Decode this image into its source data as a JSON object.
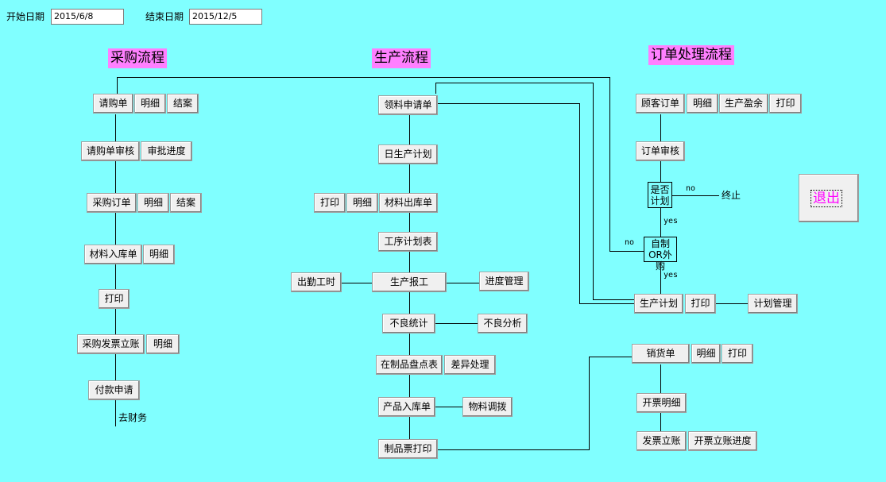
{
  "header": {
    "start_label": "开始日期",
    "start_value": "2015/6/8",
    "end_label": "结束日期",
    "end_value": "2015/12/5"
  },
  "sections": {
    "purchase": "采购流程",
    "production": "生产流程",
    "order": "订单处理流程"
  },
  "purchase": {
    "request": "请购单",
    "request_detail": "明细",
    "request_close": "结案",
    "request_review": "请购单审核",
    "approval_progress": "审批进度",
    "po": "采购订单",
    "po_detail": "明细",
    "po_close": "结案",
    "receiving": "材料入库单",
    "receiving_detail": "明细",
    "print": "打印",
    "invoice": "采购发票立账",
    "invoice_detail": "明细",
    "payment": "付款申请",
    "to_finance": "去财务"
  },
  "production": {
    "requisition": "领料申请单",
    "daily_plan": "日生产计划",
    "print": "打印",
    "detail": "明细",
    "material_out": "材料出库单",
    "process_plan": "工序计划表",
    "attendance": "出勤工时",
    "report": "生产报工",
    "progress_mgmt": "进度管理",
    "defect_stats": "不良统计",
    "defect_analysis": "不良分析",
    "wip_count": "在制品盘点表",
    "variance": "差异处理",
    "product_in": "产品入库单",
    "material_transfer": "物料调拨",
    "ticket_print": "制品票打印"
  },
  "order": {
    "customer_order": "顾客订单",
    "detail": "明细",
    "surplus": "生产盈余",
    "print": "打印",
    "order_review": "订单审核",
    "is_planned": "是否计划",
    "make_or_buy": "自制OR外购",
    "no1": "no",
    "terminate": "终止",
    "yes1": "yes",
    "no2": "no",
    "yes2": "yes",
    "prod_plan": "生产计划",
    "plan_print": "打印",
    "plan_mgmt": "计划管理",
    "sales": "销货单",
    "sales_detail": "明细",
    "sales_print": "打印",
    "invoice_detail": "开票明细",
    "invoice_post": "发票立账",
    "invoice_progress": "开票立账进度"
  },
  "exit_label": "退出"
}
